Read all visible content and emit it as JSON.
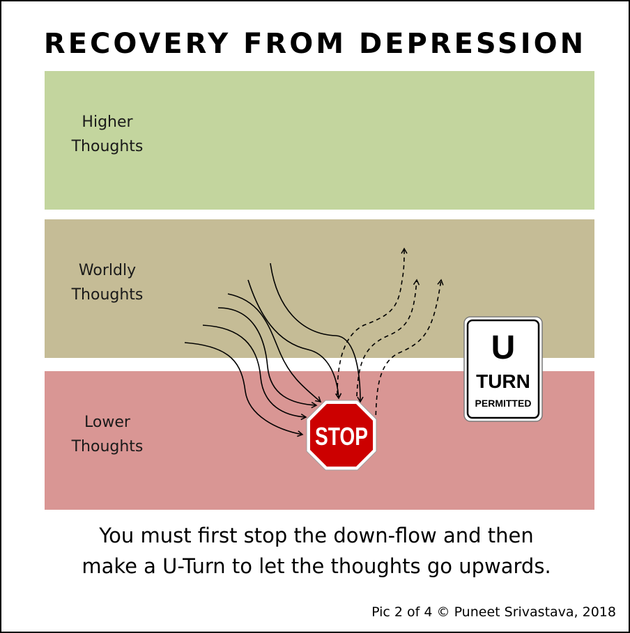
{
  "title": "RECOVERY FROM DEPRESSION",
  "bands": {
    "higher": {
      "label": "Higher\nThoughts",
      "color": "#c3d59e"
    },
    "worldly": {
      "label": "Worldly\nThoughts",
      "color": "#c5bc96"
    },
    "lower": {
      "label": "Lower\nThoughts",
      "color": "#d99694"
    }
  },
  "stop_sign": {
    "text": "STOP",
    "color": "#cc0000"
  },
  "uturn_sign": {
    "big": "U",
    "word": "TURN",
    "small": "PERMITTED"
  },
  "caption": "You must first stop the down-flow and then\nmake a U-Turn to let the thoughts go upwards.",
  "credit": "Pic 2 of 4 © Puneet Srivastava, 2018"
}
